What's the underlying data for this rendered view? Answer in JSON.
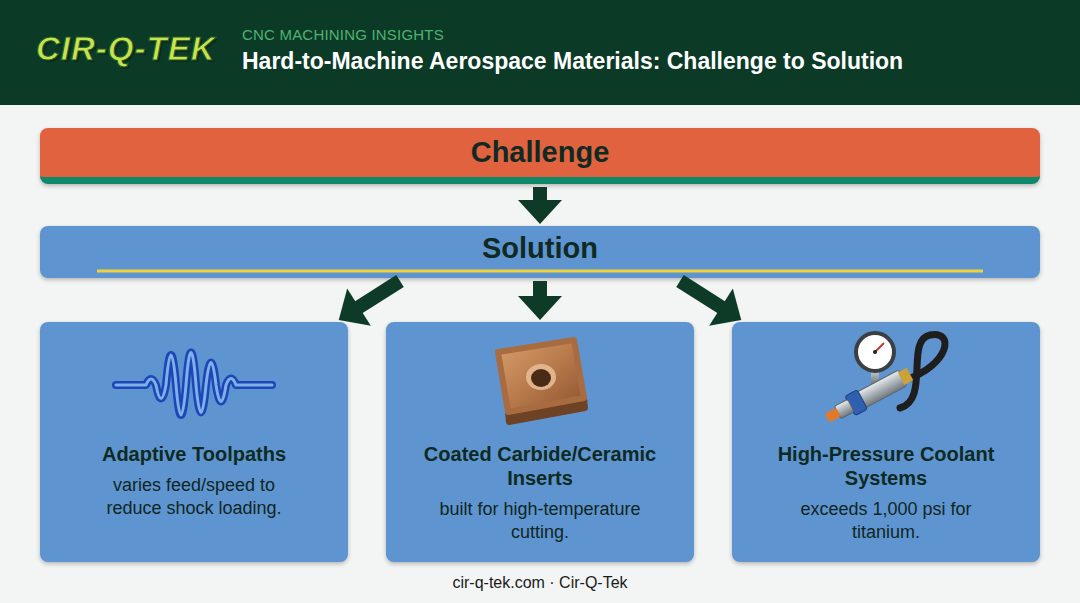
{
  "diagram": {
    "title": "Hard-to-Machine Aerospace Materials: Challenge to Solution",
    "caption": "cir-q-tek.com · Cir-Q-Tek",
    "nodes": [
      {
        "text": [
          "Challenge"
        ]
      },
      {
        "text": [
          "Solution"
        ]
      },
      {
        "text": [
          "Adaptive Toolpaths",
          "varies feed/speed to reduce shock loading."
        ]
      },
      {
        "text": [
          "Coated Carbide/Ceramic Inserts",
          "built for high-temperature cutting."
        ]
      },
      {
        "text": [
          "High-Pressure Coolant Systems",
          "exceeds 1,000 psi for titanium."
        ]
      }
    ],
    "edges": [
      {
        "from": 0,
        "to": 1,
        "arrow": "to"
      },
      {
        "from": 1,
        "to": 2,
        "arrow": "to"
      },
      {
        "from": 1,
        "to": 3,
        "arrow": "to"
      },
      {
        "from": 1,
        "to": 4,
        "arrow": "to"
      }
    ],
    "labels": [
      "CIR-Q-TEK",
      "CNC MACHINING INSIGHTS"
    ]
  }
}
